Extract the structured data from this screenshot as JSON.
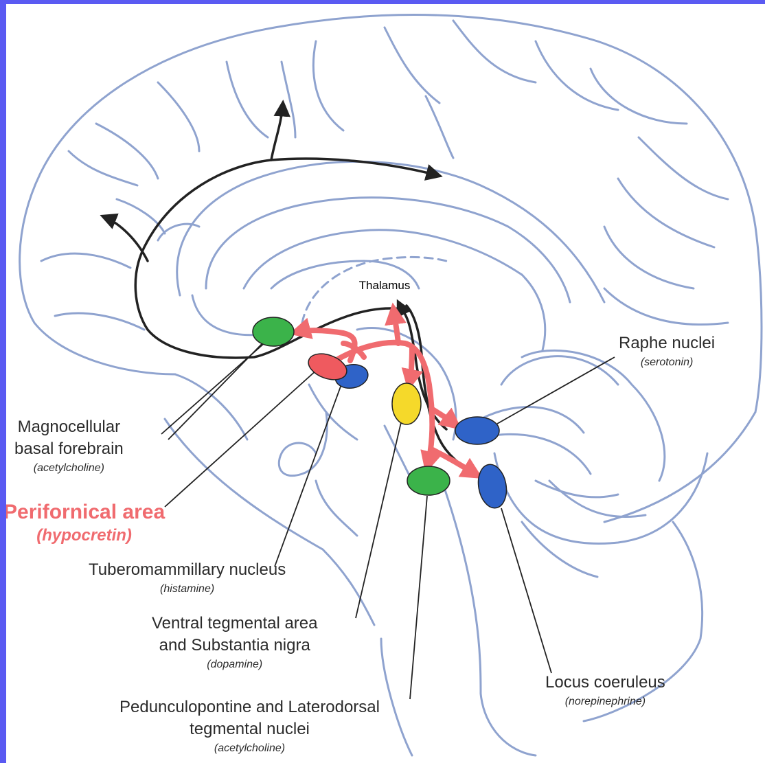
{
  "labels": {
    "thalamus": "Thalamus",
    "raphe": {
      "name": "Raphe nuclei",
      "transmitter": "(serotonin)"
    },
    "magnocellular": {
      "name_line1": "Magnocellular",
      "name_line2": "basal forebrain",
      "transmitter": "(acetylcholine)"
    },
    "perifornical": {
      "name": "Perifornical area",
      "transmitter": "(hypocretin)"
    },
    "tuberomammillary": {
      "name": "Tuberomammillary nucleus",
      "transmitter": "(histamine)"
    },
    "vta": {
      "name_line1": "Ventral tegmental area",
      "name_line2": "and Substantia nigra",
      "transmitter": "(dopamine)"
    },
    "ppt": {
      "name_line1": "Pedunculopontine and Laterodorsal",
      "name_line2": "tegmental nuclei",
      "transmitter": "(acetylcholine)"
    },
    "locus": {
      "name": "Locus coeruleus",
      "transmitter": "(norepinephrine)"
    }
  },
  "colors": {
    "background": "#5a5af2",
    "brain_outline": "#8fa3cf",
    "pathway_black": "#222222",
    "hypocretin_red": "#f06b6f",
    "nucleus_green": "#3bb34a",
    "nucleus_blue": "#2f63c8",
    "nucleus_yellow": "#f5d92a",
    "nucleus_red": "#ef5a5f"
  }
}
